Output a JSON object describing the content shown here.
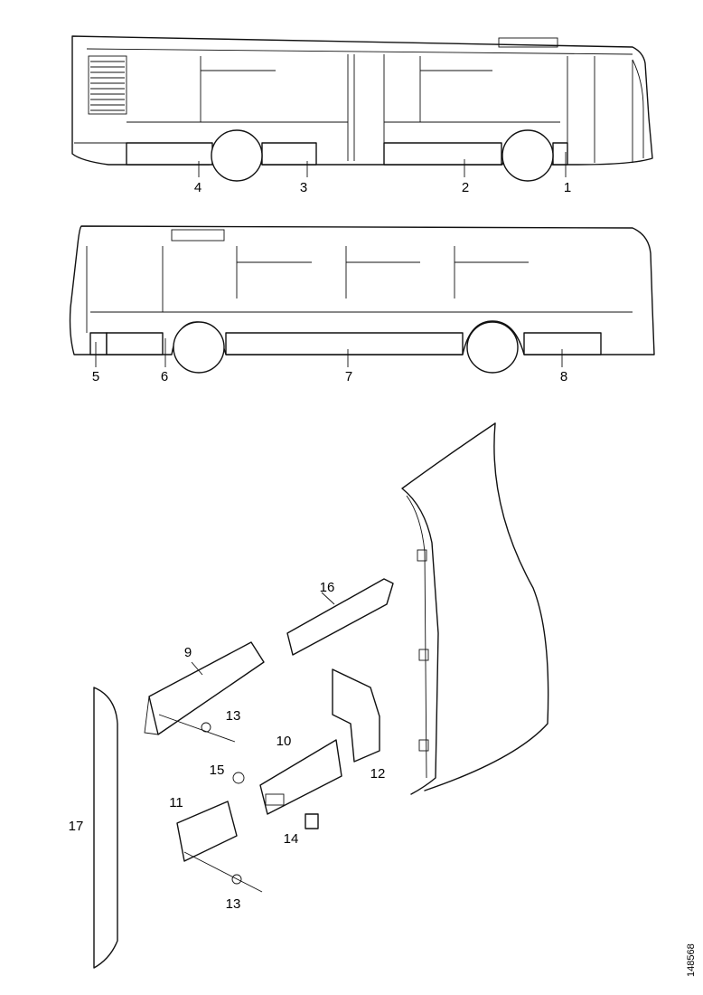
{
  "figure_id": "148568",
  "callouts": [
    {
      "id": "c1",
      "text": "1"
    },
    {
      "id": "c2",
      "text": "2"
    },
    {
      "id": "c3",
      "text": "3"
    },
    {
      "id": "c4",
      "text": "4"
    },
    {
      "id": "c5",
      "text": "5"
    },
    {
      "id": "c6",
      "text": "6"
    },
    {
      "id": "c7",
      "text": "7"
    },
    {
      "id": "c8",
      "text": "8"
    },
    {
      "id": "c9",
      "text": "9"
    },
    {
      "id": "c10",
      "text": "10"
    },
    {
      "id": "c11",
      "text": "11"
    },
    {
      "id": "c12",
      "text": "12"
    },
    {
      "id": "c13a",
      "text": "13"
    },
    {
      "id": "c13b",
      "text": "13"
    },
    {
      "id": "c14",
      "text": "14"
    },
    {
      "id": "c15",
      "text": "15"
    },
    {
      "id": "c16",
      "text": "16"
    },
    {
      "id": "c17",
      "text": "17"
    }
  ]
}
